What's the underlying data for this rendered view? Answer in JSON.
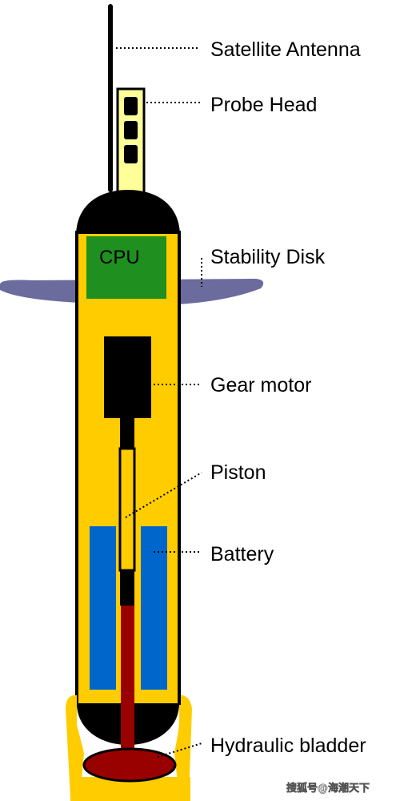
{
  "labels": {
    "satellite_antenna": "Satellite Antenna",
    "probe_head": "Probe Head",
    "stability_disk": "Stability Disk",
    "gear_motor": "Gear motor",
    "piston": "Piston",
    "battery": "Battery",
    "hydraulic_bladder": "Hydraulic bladder"
  },
  "cpu_label": "CPU",
  "watermark": "搜狐号@海潮天下",
  "colors": {
    "body": "#ffcc00",
    "outline": "#000000",
    "cpu": "#1f8f1f",
    "battery": "#0066cc",
    "bladder": "#990000",
    "disk": "#6b6b9e",
    "probe_head": "#ffff99"
  }
}
